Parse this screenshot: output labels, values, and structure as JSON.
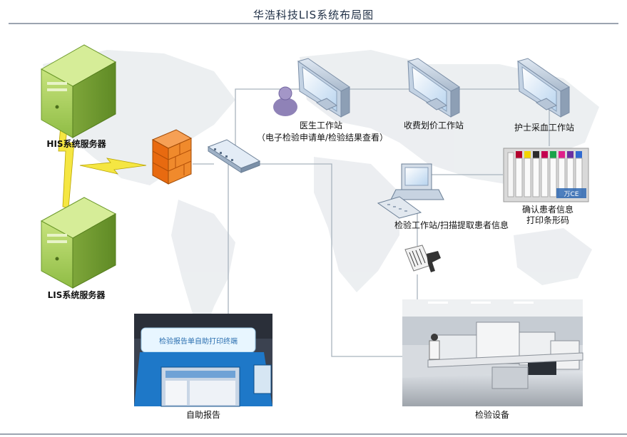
{
  "title": "华浩科技LIS系统布局图",
  "nodes": {
    "his_server": "HIS系统服务器",
    "lis_server": "LIS系统服务器",
    "doctor_ws": "医生工作站",
    "doctor_ws_sub": "（电子检验申请单/检验结果查看）",
    "billing_ws": "收费划价工作站",
    "nurse_ws": "护士采血工作站",
    "confirm_line1": "确认患者信息",
    "confirm_line2": "打印条形码",
    "lab_ws": "检验工作站/扫描提取患者信息",
    "self_report": "自助报告",
    "kiosk_sign": "检验报告单自助打印终端",
    "tube_brand": "万CE",
    "lab_equipment": "检验设备"
  },
  "colors": {
    "line": "#a9b3be",
    "server_green": "#9bc84f",
    "firewall": "#f07a1c"
  }
}
